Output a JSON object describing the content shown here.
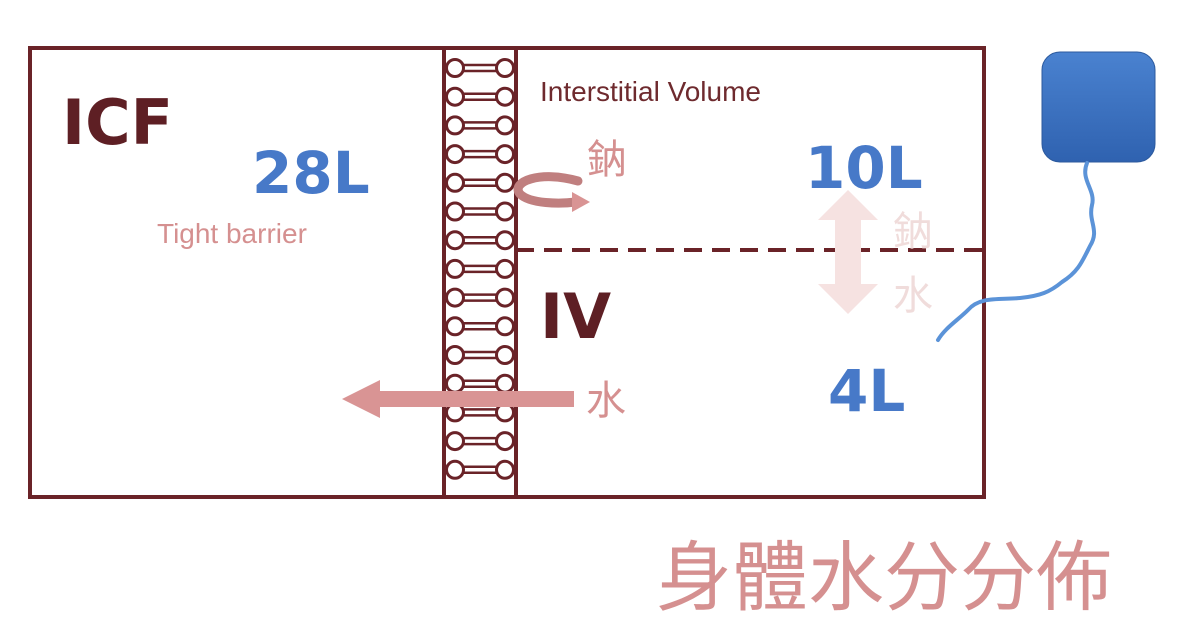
{
  "compartments": {
    "icf": {
      "label": "ICF",
      "volume": "28L",
      "note": "Tight barrier"
    },
    "interstitial": {
      "label": "Interstitial Volume",
      "volume": "10L"
    },
    "iv": {
      "label": "IV",
      "volume": "4L"
    }
  },
  "flows": {
    "sodium_reflect": "鈉",
    "exchange_sodium": "鈉",
    "exchange_water": "水",
    "water_to_icf": "水"
  },
  "title": "身體水分分佈",
  "colors": {
    "outline": "#6a2328",
    "dark_label": "#5e1f24",
    "volume": "#4779c8",
    "flow_arrow": "#d99494",
    "faint_arrow": "#f6e2e1",
    "iv_bag": "#3a6fc0",
    "iv_tube": "#5b93d8"
  }
}
